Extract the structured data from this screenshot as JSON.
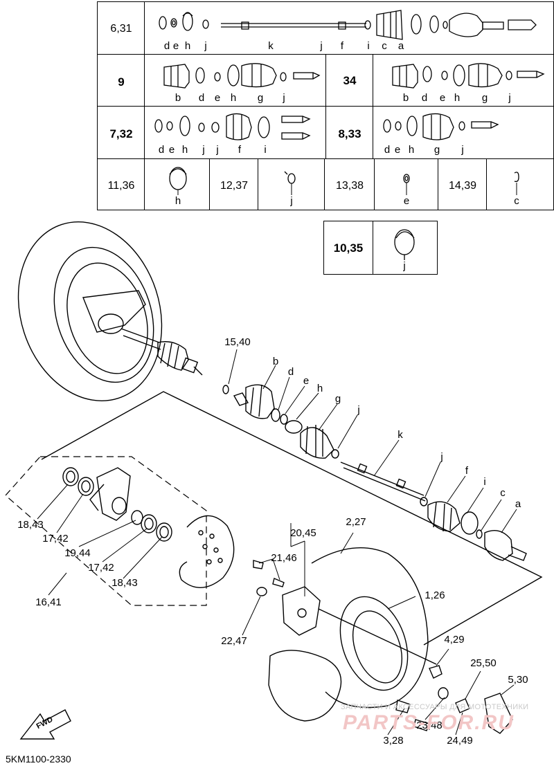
{
  "table": {
    "row1": {
      "ref": "6,31",
      "letters": [
        "d",
        "e",
        "h",
        "j",
        "k",
        "j",
        "f",
        "i",
        "c",
        "a"
      ]
    },
    "row2": {
      "left_ref": "9",
      "left_letters": [
        "b",
        "d",
        "e",
        "h",
        "g",
        "j"
      ],
      "right_ref": "34",
      "right_letters": [
        "b",
        "d",
        "e",
        "h",
        "g",
        "j"
      ]
    },
    "row3": {
      "left_ref": "7,32",
      "left_letters": [
        "d",
        "e",
        "h",
        "j",
        "j",
        "f",
        "i"
      ],
      "right_ref": "8,33",
      "right_letters": [
        "d",
        "e",
        "h",
        "g",
        "j"
      ]
    },
    "row4": [
      {
        "ref": "11,36",
        "letter": "h"
      },
      {
        "ref": "12,37",
        "letter": "j"
      },
      {
        "ref": "13,38",
        "letter": "e"
      },
      {
        "ref": "14,39",
        "letter": "c"
      }
    ],
    "extra": {
      "ref": "10,35",
      "letter": "j"
    }
  },
  "callouts": {
    "c15_40": "15,40",
    "b": "b",
    "d": "d",
    "e": "e",
    "h": "h",
    "g": "g",
    "j1": "j",
    "k": "k",
    "j2": "j",
    "f": "f",
    "i": "i",
    "c": "c",
    "a": "a",
    "c18_43a": "18,43",
    "c17_42a": "17,42",
    "c19_44": "19,44",
    "c17_42b": "17,42",
    "c18_43b": "18,43",
    "c16_41": "16,41",
    "c20_45": "20,45",
    "c21_46": "21,46",
    "c2_27": "2,27",
    "c1_26": "1,26",
    "c22_47": "22,47",
    "c4_29": "4,29",
    "c25_50": "25,50",
    "c5_30": "5,30",
    "c23_48": "23,48",
    "c3_28": "3,28",
    "c24_49": "24,49"
  },
  "fwd_label": "FWD",
  "diagram_code": "5KM1100-2330",
  "watermark_small": "ЗАПЧАСТИ И АКСЕССУАРЫ ДЛЯ МОТОТЕХНИКИ",
  "watermark_large": "PARTS-FOR.RU"
}
